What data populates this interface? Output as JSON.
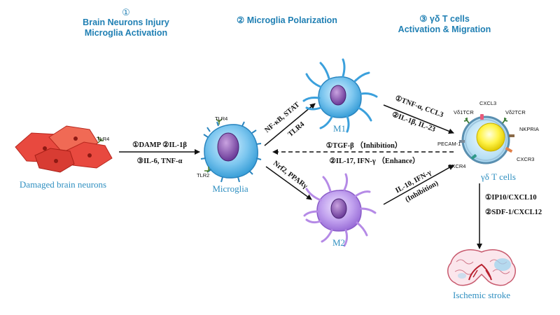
{
  "headers": [
    {
      "num": "①",
      "lines": [
        "Brain Neurons Injury",
        "Microglia Activation"
      ]
    },
    {
      "num": "②",
      "lines": [
        "Microglia Polarization"
      ]
    },
    {
      "num": "③",
      "lines": [
        "γδ T cells",
        "Activation & Migration"
      ]
    }
  ],
  "cells": {
    "neurons": "Damaged brain neurons",
    "microglia": "Microglia",
    "m1": "M1",
    "m2": "M2",
    "tcell": "γδ T cells",
    "stroke": "Ischemic stroke"
  },
  "receptors": {
    "tlr4_neuron": "TLR4",
    "tlr4_microglia": "TLR4",
    "tlr2_microglia": "TLR2",
    "cxcl3": "CXCL3",
    "vd1tcr": "Vδ1TCR",
    "vd2tcr": "Vδ2TCR",
    "nkpria": "NKPRIA",
    "pecam1": "PECAM-1",
    "cxcr3": "CXCR3",
    "cxcr4": "CXCR4"
  },
  "arrows": {
    "neuron_to_microglia_1": "①DAMP ②IL-1β",
    "neuron_to_microglia_2": "③IL-6, TNF-α",
    "microglia_to_m1_1": "NF-κB, STAT",
    "microglia_to_m1_2": "TLR4",
    "microglia_to_m2": "Nrf2, PPARγ",
    "m1_to_tcell_1": "①TNF-α, CCL3",
    "m1_to_tcell_2": "②IL-1β, IL-23",
    "feedback_1": "①TGF-β （Inhibition）",
    "feedback_2": "②IL-17, IFN-γ （Enhance）",
    "m2_to_tcell_1": "IL-10, IFN-γ",
    "m2_to_tcell_2": "(Inhibition)",
    "tcell_to_stroke_1": "①IP10/CXCL10",
    "tcell_to_stroke_2": "②SDF-1/CXCL12"
  },
  "colors": {
    "header": "#1f7fb3",
    "cell_label": "#2f8fc0",
    "neuron": "#e8493f",
    "microglia": "#5fb8e8",
    "m1": "#57b9ea",
    "m2": "#b48be6",
    "tcell_nucleus": "#f3e800",
    "arrow": "#111111"
  }
}
